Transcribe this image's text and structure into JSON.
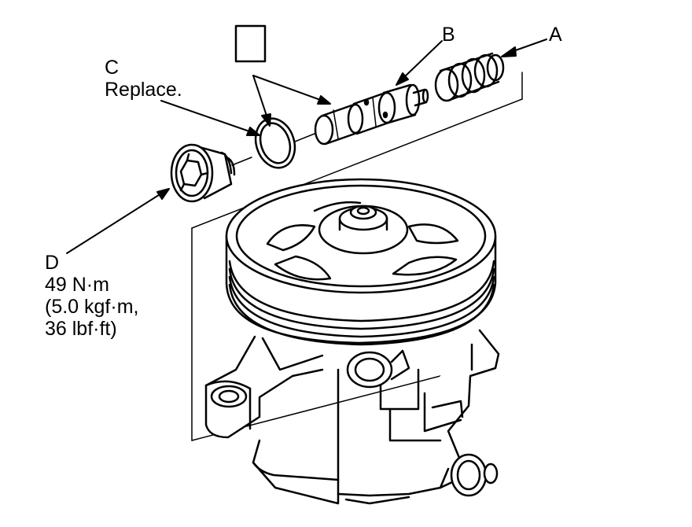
{
  "labels": {
    "a": "A",
    "b": "B",
    "c": {
      "letter": "C",
      "note": "Replace."
    },
    "d": {
      "letter": "D",
      "lines": [
        "49 N·m",
        "(5.0 kgf·m,",
        "36 lbf·ft)"
      ]
    }
  },
  "colors": {
    "line": "#000000",
    "background": "#ffffff"
  }
}
